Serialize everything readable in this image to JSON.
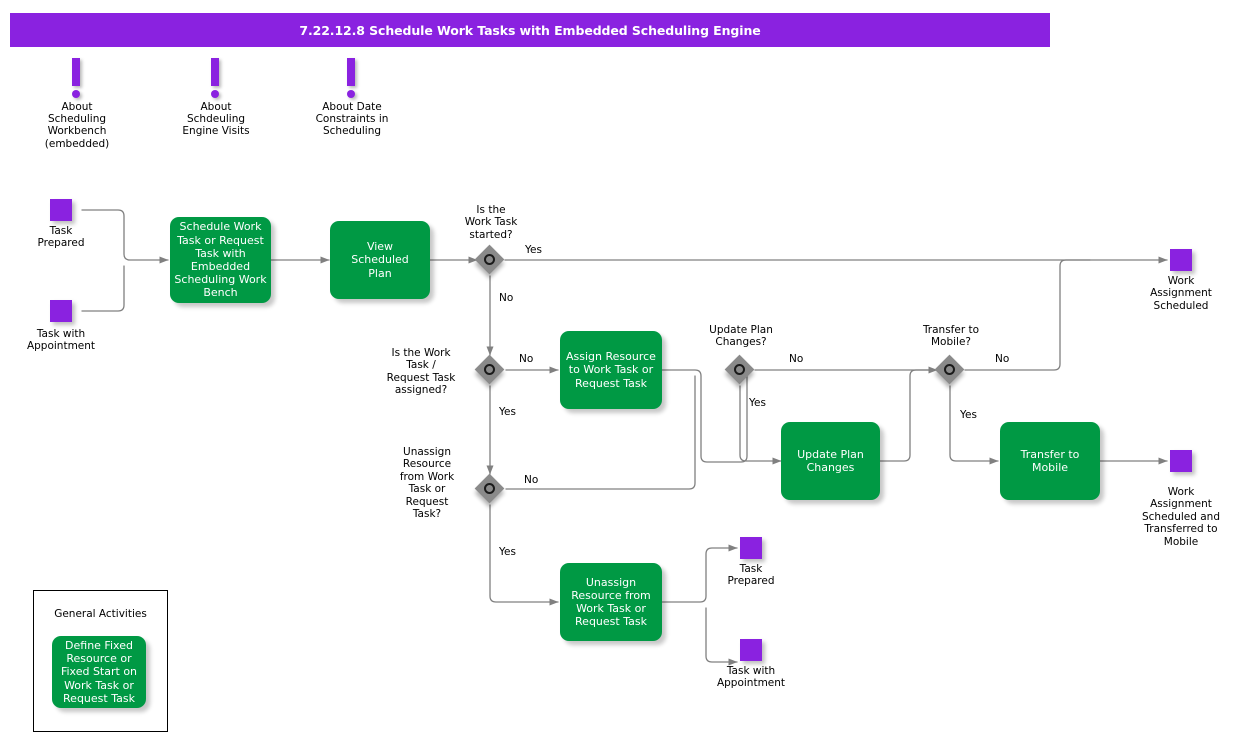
{
  "header": {
    "title": "7.22.12.8 Schedule Work Tasks with Embedded Scheduling Engine",
    "bar_color": "#8A22E0"
  },
  "colors": {
    "purple": "#8A22E0",
    "green": "#009944",
    "diamond_gray": "#8a8a8a",
    "connector": "#808080",
    "text": "#000000"
  },
  "notes": [
    {
      "name": "about-scheduling-workbench",
      "text": "About\nScheduling\nWorkbench\n(embedded)"
    },
    {
      "name": "about-scheduling-engine-visits",
      "text": "About\nSchdeuling\nEngine Visits"
    },
    {
      "name": "about-date-constraints",
      "text": "About Date\nConstraints in\nScheduling"
    }
  ],
  "events": [
    {
      "name": "task-prepared-start",
      "label": "Task\nPrepared"
    },
    {
      "name": "task-with-appointment-start",
      "label": "Task with\nAppointment"
    },
    {
      "name": "work-assignment-scheduled",
      "label": "Work\nAssignment\nScheduled"
    },
    {
      "name": "work-assignment-scheduled-transferred",
      "label": "Work\nAssignment\nScheduled and\nTransferred to\nMobile"
    },
    {
      "name": "task-prepared-end",
      "label": "Task\nPrepared"
    },
    {
      "name": "task-with-appointment-end",
      "label": "Task with\nAppointment"
    }
  ],
  "activities": [
    {
      "name": "schedule-work-task-activity",
      "label": "Schedule Work\nTask or Request\nTask with\nEmbedded\nScheduling Work\nBench"
    },
    {
      "name": "view-scheduled-plan-activity",
      "label": "View\nScheduled\nPlan"
    },
    {
      "name": "assign-resource-activity",
      "label": "Assign Resource\nto Work Task or\nRequest Task"
    },
    {
      "name": "update-plan-changes-activity",
      "label": "Update Plan\nChanges"
    },
    {
      "name": "transfer-to-mobile-activity",
      "label": "Transfer to\nMobile"
    },
    {
      "name": "unassign-resource-activity",
      "label": "Unassign\nResource from\nWork Task or\nRequest Task"
    }
  ],
  "decisions": [
    {
      "name": "is-work-task-started-decision",
      "label": "Is the\nWork Task\nstarted?"
    },
    {
      "name": "is-work-task-assigned-decision",
      "label": "Is the Work\nTask /\nRequest Task\nassigned?"
    },
    {
      "name": "unassign-resource-decision",
      "label": "Unassign\nResource\nfrom Work\nTask or\nRequest\nTask?"
    },
    {
      "name": "update-plan-changes-decision",
      "label": "Update Plan\nChanges?"
    },
    {
      "name": "transfer-to-mobile-decision",
      "label": "Transfer to\nMobile?"
    }
  ],
  "branches": {
    "started_yes": "Yes",
    "started_no": "No",
    "assigned_no": "No",
    "assigned_yes": "Yes",
    "unassign_no": "No",
    "unassign_yes": "Yes",
    "update_no": "No",
    "update_yes": "Yes",
    "transfer_no": "No",
    "transfer_yes": "Yes"
  },
  "legend": {
    "title": "General Activities",
    "activity_label": "Define Fixed\nResource or\nFixed Start on\nWork Task or\nRequest Task"
  }
}
